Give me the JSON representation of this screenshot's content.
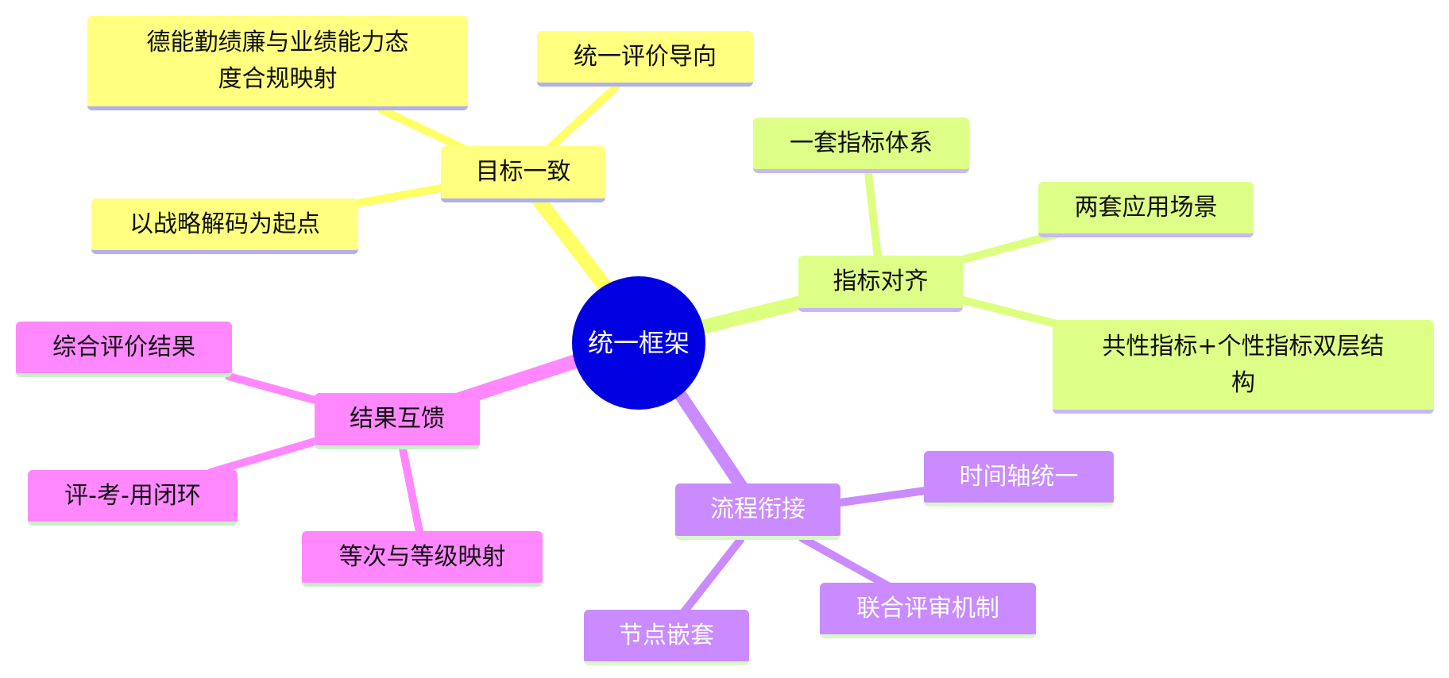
{
  "center": {
    "label": "统一框架",
    "color": "#0000e0"
  },
  "branches": {
    "goal": {
      "label": "目标一致",
      "color": "#ffff80",
      "children": [
        "德能勤绩廉与业绩能力态度合规映射",
        "统一评价导向",
        "以战略解码为起点"
      ]
    },
    "indicator": {
      "label": "指标对齐",
      "color": "#ddff88",
      "children": [
        "一套指标体系",
        "两套应用场景",
        "共性指标+个性指标双层结构"
      ]
    },
    "process": {
      "label": "流程衔接",
      "color": "#c98bff",
      "children": [
        "时间轴统一",
        "联合评审机制",
        "节点嵌套"
      ]
    },
    "result": {
      "label": "结果互馈",
      "color": "#ff88ff",
      "children": [
        "综合评价结果",
        "评-考-用闭环",
        "等次与等级映射"
      ]
    }
  }
}
